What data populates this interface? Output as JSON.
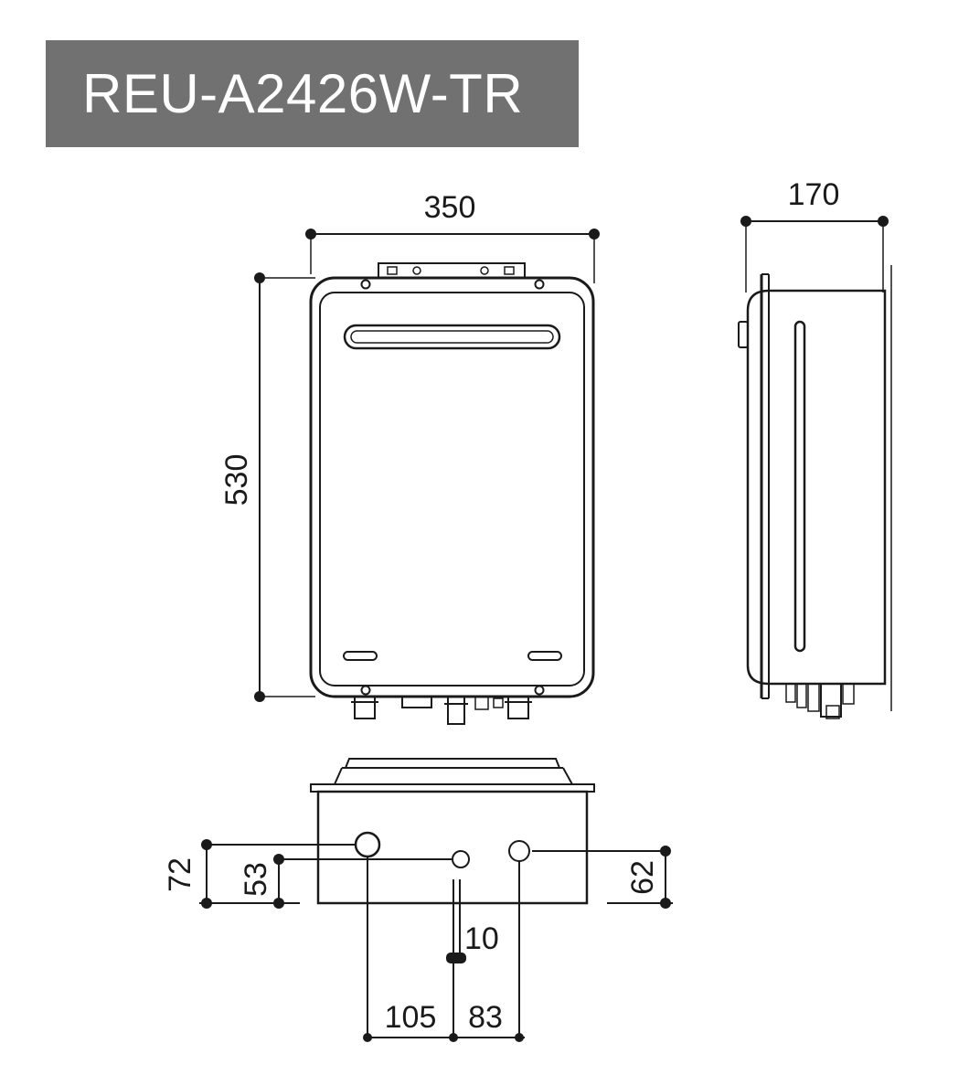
{
  "title": "REU-A2426W-TR",
  "dimensions": {
    "width": "350",
    "depth": "170",
    "height": "530",
    "pipe_offset_left": "72",
    "pipe_offset_center": "53",
    "pipe_offset_right": "62",
    "drain_size": "10",
    "spacing_left_center": "105",
    "spacing_center_right": "83"
  },
  "colors": {
    "title_background": "#717171",
    "title_text": "#ffffff",
    "line": "#1a1a1a"
  }
}
